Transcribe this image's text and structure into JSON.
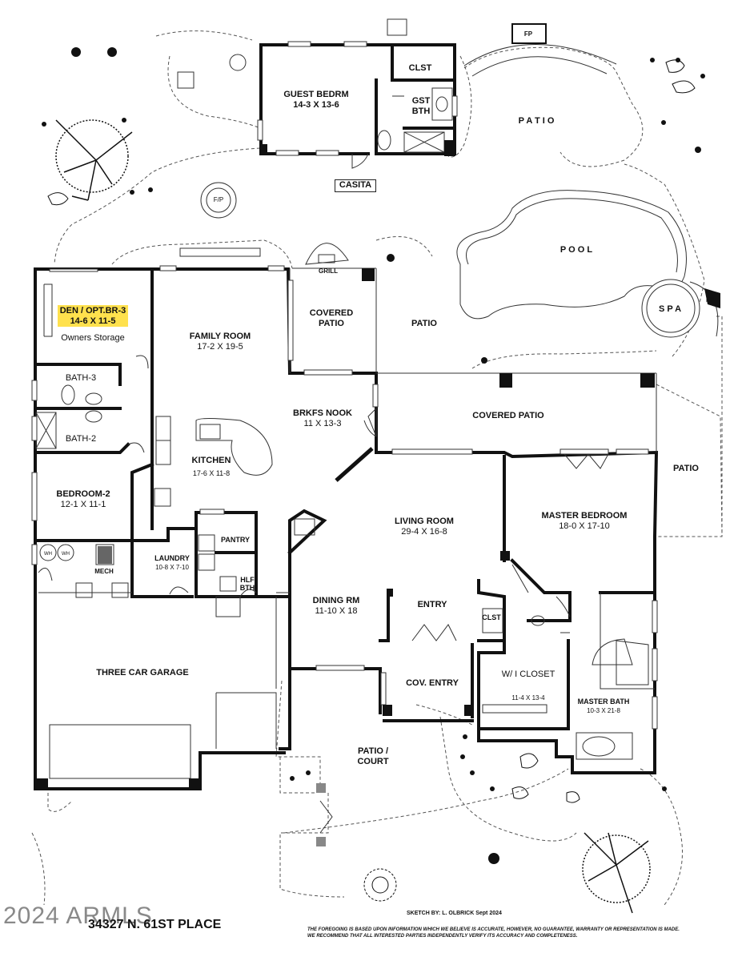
{
  "rooms": {
    "guest_bedrm": {
      "name": "GUEST BEDRM",
      "dim": "14-3  X  13-6"
    },
    "clst_guest": {
      "name": "CLST"
    },
    "gst_bth": {
      "name": "GST\nBTH"
    },
    "casita": {
      "name": "CASITA"
    },
    "fp_top": {
      "name": "FP"
    },
    "fp_side": {
      "name": "F/P"
    },
    "patio_top": {
      "name": "P A T I O"
    },
    "pool": {
      "name": "P O O L"
    },
    "spa": {
      "name": "S P A"
    },
    "fp_spa": {
      "name": "FP"
    },
    "grill": {
      "name": "GRILL"
    },
    "den": {
      "name": "DEN / OPT.BR-3",
      "dim": "14-6  X  11-5",
      "note": "Owners Storage"
    },
    "family_room": {
      "name": "FAMILY ROOM",
      "dim": "17-2  X  19-5"
    },
    "covered_patio_small": {
      "name": "COVERED\nPATIO"
    },
    "patio_mid": {
      "name": "PATIO"
    },
    "bath3": {
      "name": "BATH-3"
    },
    "bath2": {
      "name": "BATH-2"
    },
    "brkfs_nook": {
      "name": "BRKFS NOOK",
      "dim": "11 X 13-3"
    },
    "covered_patio_large": {
      "name": "COVERED PATIO"
    },
    "kitchen": {
      "name": "KITCHEN",
      "dim": "17-6 X 11-8"
    },
    "patio_right": {
      "name": "PATIO"
    },
    "bedroom2": {
      "name": "BEDROOM-2",
      "dim": "12-1  X  11-1"
    },
    "living_room": {
      "name": "LIVING ROOM",
      "dim": "29-4  X  16-8"
    },
    "master_bedroom": {
      "name": "MASTER BEDROOM",
      "dim": "18-0  X  17-10"
    },
    "pantry": {
      "name": "PANTRY"
    },
    "laundry": {
      "name": "LAUNDRY",
      "dim": "10-8 X 7-10"
    },
    "mech": {
      "name": "MECH"
    },
    "wh1": {
      "name": "WH"
    },
    "wh2": {
      "name": "WH"
    },
    "hlf_bth": {
      "name": "HLF\nBTH"
    },
    "dining_rm": {
      "name": "DINING RM",
      "dim": "11-10 X 18"
    },
    "entry": {
      "name": "ENTRY"
    },
    "clst_entry": {
      "name": "CLST"
    },
    "three_car_garage": {
      "name": "THREE CAR GARAGE"
    },
    "wi_closet": {
      "name": "W/ I CLOSET",
      "dim": "11-4 X 13-4"
    },
    "cov_entry": {
      "name": "COV. ENTRY"
    },
    "master_bath": {
      "name": "MASTER BATH",
      "dim": "10-3 X 21-8"
    },
    "patio_court": {
      "name": "PATIO /\nCOURT"
    }
  },
  "footer": {
    "sketch_by": "SKETCH BY:    L. OLBRICK   Sept 2024",
    "address": "34327  N. 61ST PLACE",
    "disclaimer_line1": "THE FOREGOING IS BASED UPON INFORMATION WHICH WE BELIEVE IS ACCURATE, HOWEVER, NO GUARANTEE, WARRANTY OR REPRESENTATION IS MADE.",
    "disclaimer_line2": "WE RECOMMEND THAT ALL INTERESTED PARTIES INDEPENDENTLY VERIFY ITS ACCURACY AND COMPLETENESS.",
    "watermark": "2024 ARMLS"
  },
  "colors": {
    "wall": "#111111",
    "highlight": "#ffe14d",
    "dash": "#555555"
  }
}
